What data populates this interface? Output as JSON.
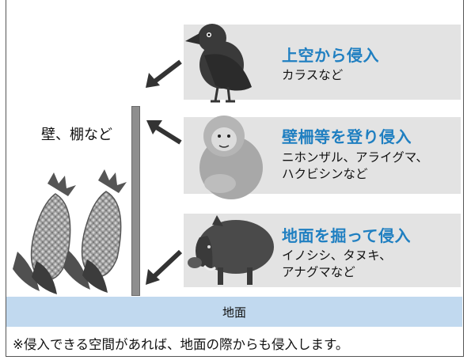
{
  "routes": [
    {
      "title": "上空から侵入",
      "examples": [
        "カラスなど"
      ]
    },
    {
      "title": "壁柵等を登り侵入",
      "examples": [
        "ニホンザル、アライグマ、",
        "ハクビシンなど"
      ]
    },
    {
      "title": "地面を掘って侵入",
      "examples": [
        "イノシシ、タヌキ、",
        "アナグマなど"
      ]
    }
  ],
  "wall_label": "壁、棚など",
  "ground_label": "地面",
  "footnote": "※侵入できる空間があれば、地面の際からも侵入します。",
  "colors": {
    "title_blue": "#1f7fc1",
    "panel_gray": "#e3e3e3",
    "ground_blue": "#c1d9ef",
    "wall_gray": "#8e8e8e"
  },
  "icons": [
    "crow-icon",
    "monkey-icon",
    "boar-icon",
    "corn-icon",
    "arrow-icon"
  ]
}
